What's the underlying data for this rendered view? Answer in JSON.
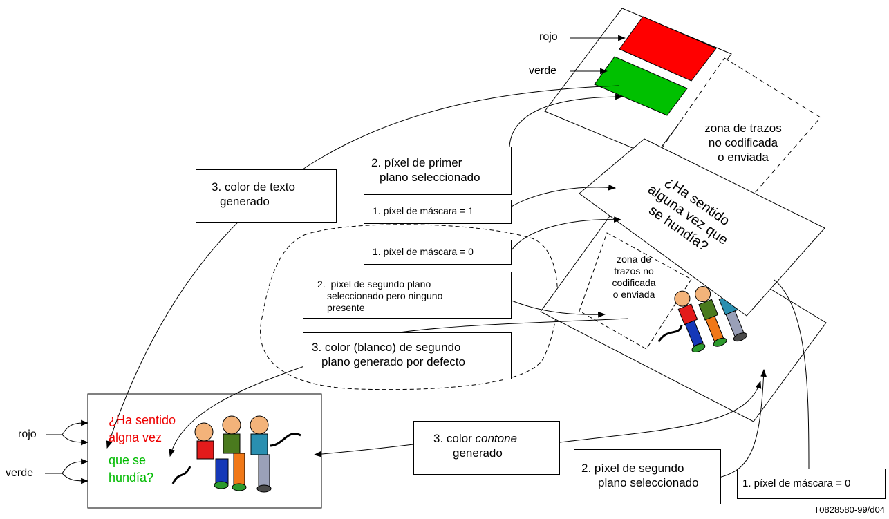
{
  "planes": {
    "label_rojo": "rojo",
    "label_verde": "verde",
    "zona_top": [
      "zona de trazos",
      "no codificada",
      "o enviada"
    ],
    "question": [
      "¿Ha sentido",
      "alguna vez que",
      "se hundía?"
    ],
    "zona_small": [
      "zona de",
      "trazos no",
      "codificada",
      "o enviada"
    ]
  },
  "boxes": {
    "color_texto": [
      "3. color de texto",
      "generado"
    ],
    "pixel_primer": [
      "2. píxel de primer",
      "plano seleccionado"
    ],
    "mascara_1": "1. píxel de máscara = 1",
    "mascara_0_a": "1. píxel de máscara = 0",
    "segundo_ninguno": [
      "2.  píxel de segundo plano",
      "seleccionado pero ninguno",
      "presente"
    ],
    "blanco": [
      "3. color (blanco) de segundo",
      "plano generado por defecto"
    ],
    "contone_pre": "3. color ",
    "contone_em": "contone",
    "contone_post": "generado",
    "pixel_segundo": [
      "2. píxel de segundo",
      "plano seleccionado"
    ],
    "mascara_0_b": "1. píxel de máscara = 0"
  },
  "output": {
    "label_rojo": "rojo",
    "label_verde": "verde",
    "red_lines": [
      "¿Ha sentido",
      "algna vez"
    ],
    "green_lines": [
      "que se",
      "hundía?"
    ]
  },
  "reference": "T0828580-99/d04",
  "colors": {
    "red": "#ff0000",
    "green": "#00c000",
    "text_red": "#ee0000",
    "text_green": "#00bb00"
  }
}
